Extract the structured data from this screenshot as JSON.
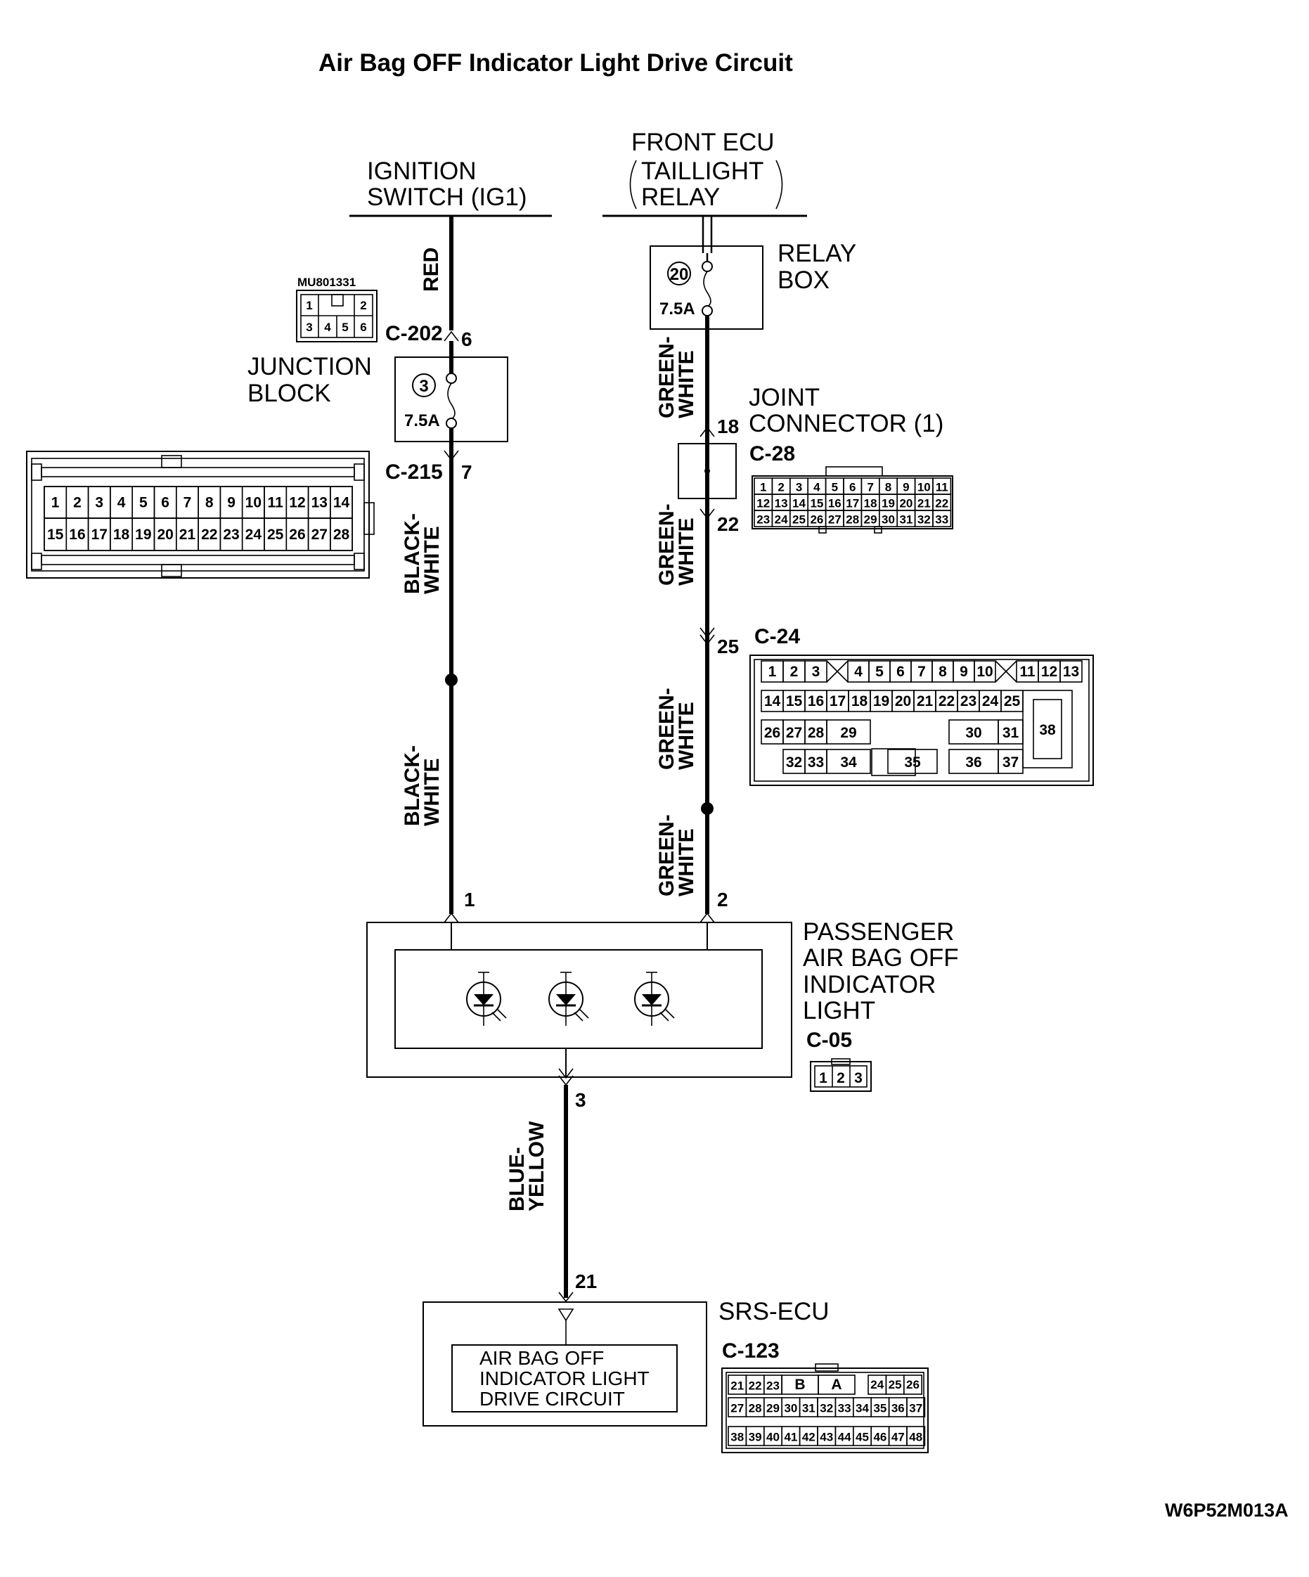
{
  "title": "Air Bag OFF Indicator Light Drive Circuit",
  "components": {
    "ignition_switch": [
      "IGNITION",
      "SWITCH (IG1)"
    ],
    "front_ecu": [
      "FRONT ECU",
      "TAILLIGHT",
      "RELAY"
    ],
    "relay_box": [
      "RELAY",
      "BOX"
    ],
    "junction_block": [
      "JUNCTION",
      "BLOCK"
    ],
    "joint_connector": [
      "JOINT",
      "CONNECTOR (1)"
    ],
    "indicator_light": [
      "PASSENGER",
      "AIR BAG OFF",
      "INDICATOR",
      "LIGHT"
    ],
    "srs_ecu": "SRS-ECU",
    "drive_circuit": [
      "AIR BAG OFF",
      "INDICATOR LIGHT",
      "DRIVE CIRCUIT"
    ]
  },
  "fuses": {
    "junction": {
      "number": "3",
      "rating": "7.5A"
    },
    "relay": {
      "number": "20",
      "rating": "7.5A"
    }
  },
  "wires": {
    "red": "RED",
    "black_white": [
      "BLACK-",
      "WHITE"
    ],
    "green_white": [
      "GREEN-",
      "WHITE"
    ],
    "blue_yellow": [
      "BLUE-",
      "YELLOW"
    ]
  },
  "pins": {
    "p6": "6",
    "p7": "7",
    "p18": "18",
    "p22": "22",
    "p25": "25",
    "p1": "1",
    "p2": "2",
    "p3": "3",
    "p21": "21"
  },
  "connectors": {
    "c202": "C-202",
    "c215": "C-215",
    "c28": "C-28",
    "c24": "C-24",
    "c05": "C-05",
    "c123": "C-123",
    "mu": "MU801331"
  },
  "connector_faces": {
    "mu801331": {
      "top": [
        "1",
        "",
        "2"
      ],
      "bottom": [
        "3",
        "4",
        "5",
        "6"
      ]
    },
    "c215": {
      "row1": [
        "1",
        "2",
        "3",
        "4",
        "5",
        "6",
        "7",
        "8",
        "9",
        "10",
        "11",
        "12",
        "13",
        "14"
      ],
      "row2": [
        "15",
        "16",
        "17",
        "18",
        "19",
        "20",
        "21",
        "22",
        "23",
        "24",
        "25",
        "26",
        "27",
        "28"
      ]
    },
    "c28": {
      "row1": [
        "1",
        "2",
        "3",
        "4",
        "5",
        "6",
        "7",
        "8",
        "9",
        "10",
        "11"
      ],
      "row2": [
        "12",
        "13",
        "14",
        "15",
        "16",
        "17",
        "18",
        "19",
        "20",
        "21",
        "22"
      ],
      "row3": [
        "23",
        "24",
        "25",
        "26",
        "27",
        "28",
        "29",
        "30",
        "31",
        "32",
        "33"
      ]
    },
    "c24": {
      "row1_left": [
        "1",
        "2",
        "3"
      ],
      "row1_right": [
        "4",
        "5",
        "6",
        "7",
        "8",
        "9",
        "10"
      ],
      "row1_end": [
        "11",
        "12",
        "13"
      ],
      "row2": [
        "14",
        "15",
        "16",
        "17",
        "18",
        "19",
        "20",
        "21",
        "22",
        "23",
        "24",
        "25"
      ],
      "row3": [
        "26",
        "27",
        "28",
        "29",
        "30",
        "31"
      ],
      "row4": [
        "32",
        "33",
        "34",
        "35",
        "36",
        "37"
      ],
      "big": "38"
    },
    "c05": [
      "1",
      "2",
      "3"
    ],
    "c123": {
      "row1": [
        "21",
        "22",
        "23",
        "B",
        "A",
        "24",
        "25",
        "26"
      ],
      "row2": [
        "27",
        "28",
        "29",
        "30",
        "31",
        "32",
        "33",
        "34",
        "35",
        "36",
        "37"
      ],
      "row3": [
        "38",
        "39",
        "40",
        "41",
        "42",
        "43",
        "44",
        "45",
        "46",
        "47",
        "48"
      ]
    }
  },
  "figure_code": "W6P52M013A"
}
